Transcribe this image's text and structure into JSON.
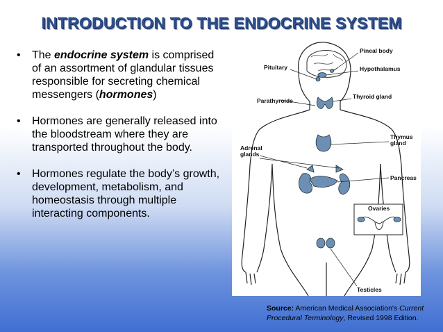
{
  "slide": {
    "title": "INTRODUCTION TO THE ENDOCRINE SYSTEM",
    "bullets": [
      {
        "bullet_char": "•",
        "pre": "The ",
        "emphasis": "endocrine system",
        "post": " is comprised of an assortment of glandular tissues responsible for secreting chemical messengers (",
        "emphasis2": "hormones",
        "post2": ")"
      },
      {
        "bullet_char": "•",
        "text": "Hormones are generally released into the bloodstream where they are transported throughout the body."
      },
      {
        "bullet_char": "•",
        "text": "Hormones regulate the body’s growth, development, metabolism, and homeostasis through multiple interacting components."
      }
    ]
  },
  "figure": {
    "labels": {
      "pineal": "Pineal body",
      "pituitary": "Pituitary",
      "hypothalamus": "Hypothalamus",
      "parathyroids": "Parathyroids",
      "thyroid": "Thyroid gland",
      "thymus_line1": "Thymus",
      "thymus_line2": "gland",
      "adrenal_line1": "Adrenal",
      "adrenal_line2": "glands",
      "pancreas": "Pancreas",
      "ovaries": "Ovaries",
      "testicles": "Testicles"
    },
    "colors": {
      "gland": "#6d8fb5",
      "outline": "#222222"
    }
  },
  "source": {
    "label": "Source:",
    "text_a": " American Medical Association's ",
    "italic_a": "Current Procedural Terminology",
    "text_b": ", Revised 1998 Edition."
  },
  "theme": {
    "title_color": "#2e4f8c",
    "gradient_bottom": "#3f6fd2"
  }
}
